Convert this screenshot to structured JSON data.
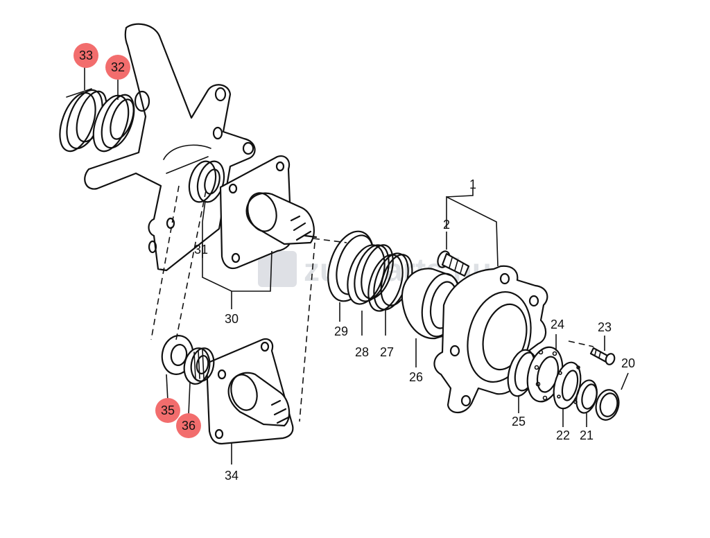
{
  "watermark": {
    "text": "zukiparts.hu"
  },
  "callouts": {
    "c1": "1",
    "c2": "2",
    "c20": "20",
    "c21": "21",
    "c22": "22",
    "c23": "23",
    "c24": "24",
    "c25": "25",
    "c26": "26",
    "c27": "27",
    "c28": "28",
    "c29": "29",
    "c30": "30",
    "c31": "31",
    "c34": "34"
  },
  "highlighted": {
    "h32": "32",
    "h33": "33",
    "h35": "35",
    "h36": "36"
  },
  "colors": {
    "highlight": "#f26d6d",
    "line": "#111111",
    "watermark": "#c8ccd3"
  }
}
